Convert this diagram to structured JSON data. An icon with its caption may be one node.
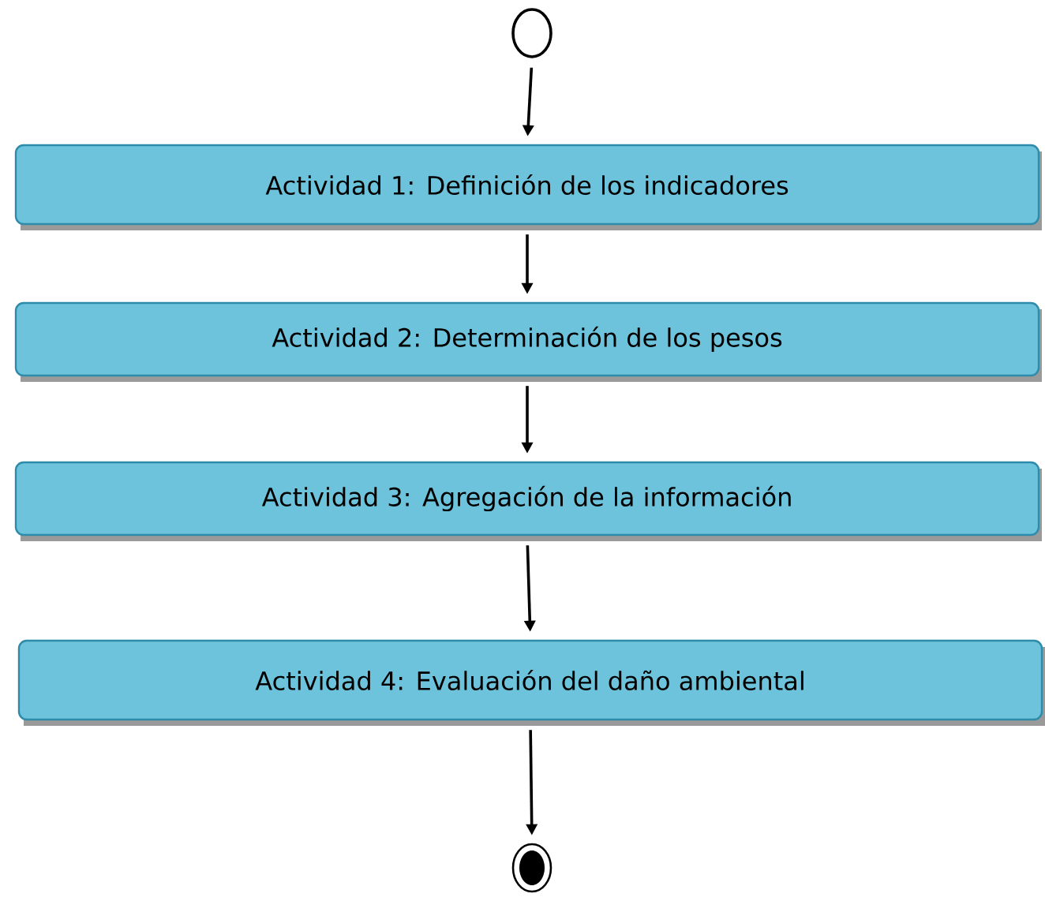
{
  "diagram": {
    "nodes": [
      {
        "text": [],
        "shape": "circle"
      },
      {
        "text": [
          "Actividad 1: Definición de los indicadores"
        ]
      },
      {
        "text": [
          "Actividad 2: Determinación de los pesos"
        ]
      },
      {
        "text": [
          "Actividad 3: Agregación de la información"
        ]
      },
      {
        "text": [
          "Actividad 4: Evaluación del daño ambiental"
        ]
      },
      {
        "text": [],
        "shape": "circle"
      }
    ],
    "edges": [
      {
        "from": 0,
        "to": 1,
        "arrow": "to"
      },
      {
        "from": 1,
        "to": 2,
        "arrow": "to"
      },
      {
        "from": 2,
        "to": 3,
        "arrow": "to"
      },
      {
        "from": 3,
        "to": 4,
        "arrow": "to"
      },
      {
        "from": 4,
        "to": 5,
        "arrow": "to"
      }
    ]
  }
}
